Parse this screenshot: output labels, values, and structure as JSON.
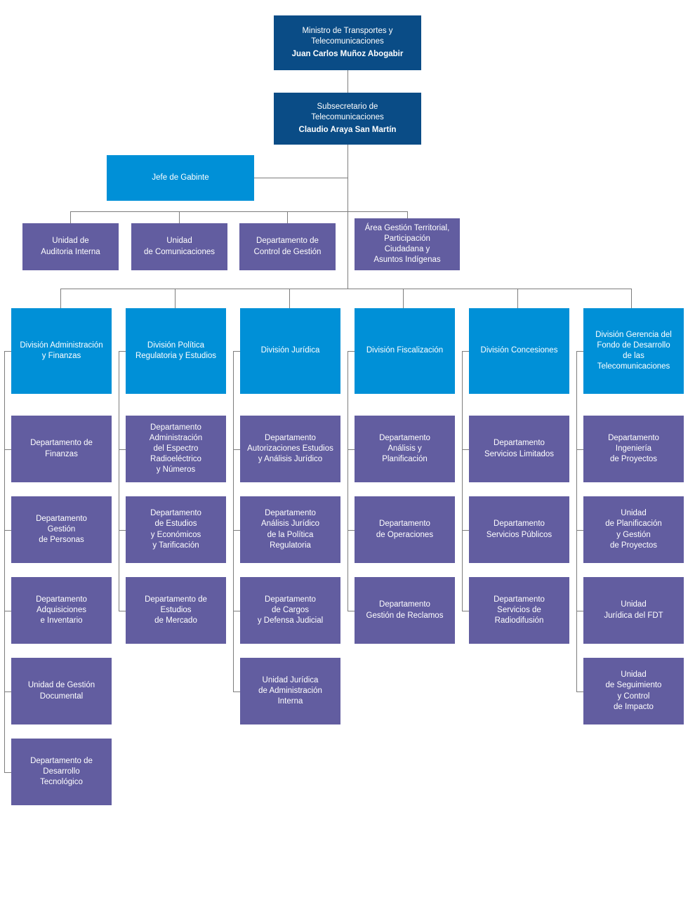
{
  "colors": {
    "executive": "#0a4c86",
    "division": "#0090d7",
    "unit": "#625da0",
    "connector": "#7d7d7d",
    "text": "#ffffff",
    "background": "#ffffff"
  },
  "executive": [
    {
      "id": "ministro",
      "role": "Ministro de Transportes y\nTelecomunicaciones",
      "person": "Juan Carlos Muñoz Abogabir"
    },
    {
      "id": "subsecretario",
      "role": "Subsecretario de\nTelecomunicaciones",
      "person": "Claudio Araya San Martín"
    }
  ],
  "cabinet": {
    "label": "Jefe de Gabinte"
  },
  "staff": [
    {
      "label": "Unidad de\nAuditoria Interna"
    },
    {
      "label": "Unidad\nde Comunicaciones"
    },
    {
      "label": "Departamento de\nControl de Gestión"
    },
    {
      "label": "Área Gestión Territorial,\nParticipación\nCiudadana y\nAsuntos Indígenas"
    }
  ],
  "divisions": [
    {
      "label": "División Administración\ny Finanzas",
      "children": [
        {
          "label": "Departamento de\nFinanzas"
        },
        {
          "label": "Departamento\nGestión\nde Personas"
        },
        {
          "label": "Departamento\nAdquisiciones\ne Inventario"
        },
        {
          "label": "Unidad de Gestión\nDocumental"
        },
        {
          "label": "Departamento de\nDesarrollo\nTecnológico"
        }
      ]
    },
    {
      "label": "División Política\nRegulatoria y Estudios",
      "children": [
        {
          "label": "Departamento\nAdministración\ndel Espectro\nRadioeléctrico\ny Números"
        },
        {
          "label": "Departamento\nde Estudios\ny Económicos\ny Tarificación"
        },
        {
          "label": "Departamento de\nEstudios\nde Mercado"
        }
      ]
    },
    {
      "label": "División Jurídica",
      "children": [
        {
          "label": "Departamento\nAutorizaciones Estudios\ny Análisis Jurídico"
        },
        {
          "label": "Departamento\nAnálisis Jurídico\nde la Política\nRegulatoria"
        },
        {
          "label": "Departamento\nde Cargos\ny Defensa Judicial"
        },
        {
          "label": "Unidad Jurídica\nde Administración\nInterna"
        }
      ]
    },
    {
      "label": "División Fiscalización",
      "children": [
        {
          "label": "Departamento\nAnálisis y\nPlanificación"
        },
        {
          "label": "Departamento\nde Operaciones"
        },
        {
          "label": "Departamento\nGestión de Reclamos"
        }
      ]
    },
    {
      "label": "División Concesiones",
      "children": [
        {
          "label": "Departamento\nServicios Limitados"
        },
        {
          "label": "Departamento\nServicios Públicos"
        },
        {
          "label": "Departamento\nServicios de\nRadiodifusión"
        }
      ]
    },
    {
      "label": "División Gerencia del\nFondo de Desarrollo\nde las\nTelecomunicaciones",
      "children": [
        {
          "label": "Departamento\nIngeniería\nde Proyectos"
        },
        {
          "label": "Unidad\nde Planificación\ny Gestión\nde Proyectos"
        },
        {
          "label": "Unidad\nJurídica del FDT"
        },
        {
          "label": "Unidad\nde Seguimiento\ny Control\nde Impacto"
        }
      ]
    }
  ]
}
